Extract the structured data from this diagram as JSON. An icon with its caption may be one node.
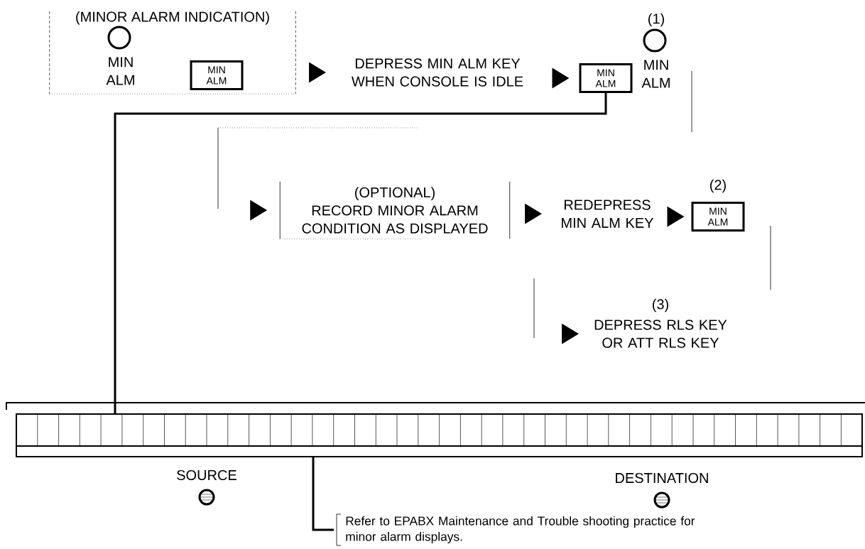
{
  "diagram": {
    "nodes": [
      {
        "text": [
          "(MINOR ALARM INDICATION)"
        ]
      },
      {
        "text": [
          "MIN ALM"
        ],
        "in": 0
      },
      {
        "text": [
          "MIN ALM"
        ],
        "in": 0
      },
      {
        "text": [
          "DEPRESS MIN ALM KEY WHEN CONSOLE IS IDLE"
        ]
      },
      {
        "text": [
          "MIN ALM"
        ]
      },
      {
        "text": [
          "MIN ALM"
        ],
        "beside": [
          "(1)"
        ]
      },
      {
        "text": [
          "(OPTIONAL)",
          "RECORD MINOR ALARM CONDITION AS DISPLAYED"
        ]
      },
      {
        "text": [
          "REDEPRESS MIN ALM KEY"
        ]
      },
      {
        "text": [
          "MIN ALM"
        ],
        "beside": [
          "(2)"
        ]
      },
      {
        "text": [
          "DEPRESS RLS KEY OR ATT RLS KEY"
        ],
        "beside": [
          "(3)"
        ]
      },
      {
        "text": [],
        "shape": "bar"
      },
      {
        "text": [
          "SOURCE"
        ]
      },
      {
        "text": [
          "DESTINATION"
        ]
      },
      {
        "text": [
          "Refer to EPABX Maintenance and Trouble shooting practice for minor alarm displays."
        ]
      }
    ],
    "edges": [
      {
        "from": 0,
        "to": 3,
        "arrow": "to"
      },
      {
        "from": 3,
        "to": 4,
        "arrow": "to"
      },
      {
        "from": 4,
        "to": 10,
        "arrow": "none"
      },
      {
        "from": null,
        "to": 6,
        "arrow": "to"
      },
      {
        "from": 6,
        "to": 7,
        "arrow": "to"
      },
      {
        "from": 7,
        "to": 8,
        "arrow": "to"
      },
      {
        "from": null,
        "to": 9,
        "arrow": "to"
      },
      {
        "from": 13,
        "to": 10,
        "arrow": "none"
      }
    ]
  }
}
